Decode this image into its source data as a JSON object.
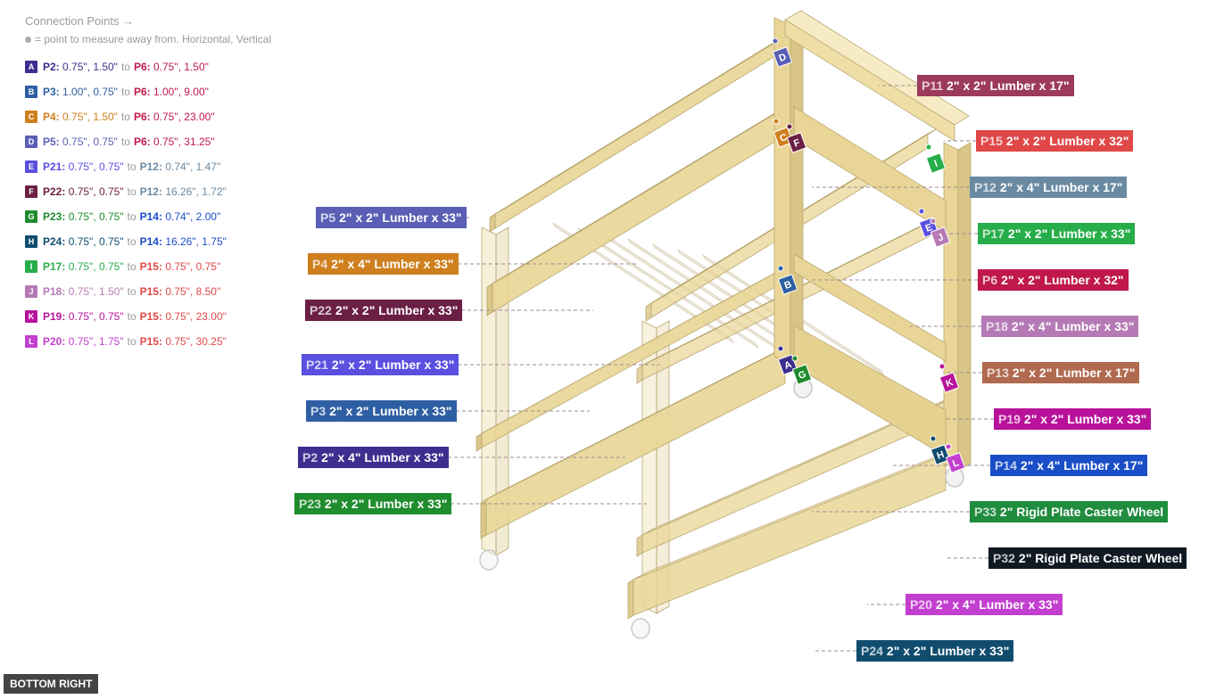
{
  "legend": {
    "title": "Connection Points →",
    "note": "= point to measure away from. Horizontal, Vertical",
    "to_word": "to",
    "items": [
      {
        "badge": "A",
        "color": "#3d2f8f",
        "from_id": "P2:",
        "from_val": "0.75\", 1.50\"",
        "from_color": "#3d2f8f",
        "to_id": "P6:",
        "to_val": "0.75\", 1.50\"",
        "to_color": "#c0184a"
      },
      {
        "badge": "B",
        "color": "#2e5fa3",
        "from_id": "P3:",
        "from_val": "1.00\", 0.75\"",
        "from_color": "#2e5fa3",
        "to_id": "P6:",
        "to_val": "1.00\", 9.00\"",
        "to_color": "#c0184a"
      },
      {
        "badge": "C",
        "color": "#cf7f1d",
        "from_id": "P4:",
        "from_val": "0.75\", 1.50\"",
        "from_color": "#cf7f1d",
        "to_id": "P6:",
        "to_val": "0.75\", 23.00\"",
        "to_color": "#c0184a"
      },
      {
        "badge": "D",
        "color": "#5a5fb5",
        "from_id": "P5:",
        "from_val": "0.75\", 0.75\"",
        "from_color": "#5a5fb5",
        "to_id": "P6:",
        "to_val": "0.75\", 31.25\"",
        "to_color": "#c0184a"
      },
      {
        "badge": "E",
        "color": "#5b4fe0",
        "from_id": "P21:",
        "from_val": "0.75\", 0.75\"",
        "from_color": "#5b4fe0",
        "to_id": "P12:",
        "to_val": "0.74\", 1.47\"",
        "to_color": "#6a8aa3"
      },
      {
        "badge": "F",
        "color": "#6b1f44",
        "from_id": "P22:",
        "from_val": "0.75\", 0.75\"",
        "from_color": "#6b1f44",
        "to_id": "P12:",
        "to_val": "16.26\", 1.72\"",
        "to_color": "#6a8aa3"
      },
      {
        "badge": "G",
        "color": "#1f8c2e",
        "from_id": "P23:",
        "from_val": "0.75\", 0.75\"",
        "from_color": "#1f8c2e",
        "to_id": "P14:",
        "to_val": "0.74\", 2.00\"",
        "to_color": "#1a4ec7"
      },
      {
        "badge": "H",
        "color": "#0f4c6e",
        "from_id": "P24:",
        "from_val": "0.75\", 0.75\"",
        "from_color": "#0f4c6e",
        "to_id": "P14:",
        "to_val": "16.26\", 1.75\"",
        "to_color": "#1a4ec7"
      },
      {
        "badge": "I",
        "color": "#27ae4a",
        "from_id": "P17:",
        "from_val": "0.75\", 0.75\"",
        "from_color": "#27ae4a",
        "to_id": "P15:",
        "to_val": "0.75\", 0.75\"",
        "to_color": "#e04848"
      },
      {
        "badge": "J",
        "color": "#b57ab5",
        "from_id": "P18:",
        "from_val": "0.75\", 1.50\"",
        "from_color": "#b57ab5",
        "to_id": "P15:",
        "to_val": "0.75\", 8.50\"",
        "to_color": "#e04848"
      },
      {
        "badge": "K",
        "color": "#b8129a",
        "from_id": "P19:",
        "from_val": "0.75\", 0.75\"",
        "from_color": "#b8129a",
        "to_id": "P15:",
        "to_val": "0.75\", 23.00\"",
        "to_color": "#e04848"
      },
      {
        "badge": "L",
        "color": "#c23fcf",
        "from_id": "P20:",
        "from_val": "0.75\", 1.75\"",
        "from_color": "#c23fcf",
        "to_id": "P15:",
        "to_val": "0.75\", 30.25\"",
        "to_color": "#e04848"
      }
    ]
  },
  "parts": [
    {
      "id": "P5",
      "desc": "2\" x 2\" Lumber x 33\"",
      "color": "#5a5fb5"
    },
    {
      "id": "P4",
      "desc": "2\" x 4\" Lumber  x 33\"",
      "color": "#cf7f1d"
    },
    {
      "id": "P22",
      "desc": "2\" x 2\" Lumber x 33\"",
      "color": "#6b1f44"
    },
    {
      "id": "P21",
      "desc": "2\" x 2\" Lumber x 33\"",
      "color": "#5b4fe0"
    },
    {
      "id": "P3",
      "desc": "2\" x 2\" Lumber x 33\"",
      "color": "#2e5fa3"
    },
    {
      "id": "P2",
      "desc": "2\" x 4\" Lumber  x 33\"",
      "color": "#3d2f8f"
    },
    {
      "id": "P23",
      "desc": "2\" x 2\" Lumber x 33\"",
      "color": "#1f8c2e"
    },
    {
      "id": "P11",
      "desc": "2\" x 2\" Lumber x 17\"",
      "color": "#9c3a5e"
    },
    {
      "id": "P15",
      "desc": "2\" x 2\" Lumber x 32\"",
      "color": "#e04848"
    },
    {
      "id": "P12",
      "desc": "2\" x 4\" Lumber  x 17\"",
      "color": "#6a8aa3"
    },
    {
      "id": "P17",
      "desc": "2\" x 2\" Lumber x 33\"",
      "color": "#27ae4a"
    },
    {
      "id": "P6",
      "desc": "2\" x 2\" Lumber x 32\"",
      "color": "#c0184a"
    },
    {
      "id": "P18",
      "desc": "2\" x 4\" Lumber  x 33\"",
      "color": "#b57ab5"
    },
    {
      "id": "P13",
      "desc": "2\" x 2\" Lumber x 17\"",
      "color": "#b06a4f"
    },
    {
      "id": "P19",
      "desc": "2\" x 2\" Lumber x 33\"",
      "color": "#b8129a"
    },
    {
      "id": "P14",
      "desc": "2\" x 4\" Lumber  x 17\"",
      "color": "#1a4ec7"
    },
    {
      "id": "P33",
      "desc": "2\" Rigid Plate Caster Wheel",
      "color": "#1f8c3e"
    },
    {
      "id": "P32",
      "desc": "2\" Rigid Plate Caster Wheel",
      "color": "#111a22"
    },
    {
      "id": "P20",
      "desc": "2\" x 4\" Lumber  x 33\"",
      "color": "#c23fcf"
    },
    {
      "id": "P24",
      "desc": "2\" x 2\" Lumber x 33\"",
      "color": "#0f4c6e"
    }
  ],
  "markers": [
    {
      "letter": "D",
      "color": "#5a5fb5"
    },
    {
      "letter": "C",
      "color": "#cf7f1d"
    },
    {
      "letter": "F",
      "color": "#6b1f44"
    },
    {
      "letter": "I",
      "color": "#27ae4a"
    },
    {
      "letter": "E",
      "color": "#5b4fe0"
    },
    {
      "letter": "J",
      "color": "#b57ab5"
    },
    {
      "letter": "B",
      "color": "#2e5fa3"
    },
    {
      "letter": "A",
      "color": "#3d2f8f"
    },
    {
      "letter": "G",
      "color": "#1f8c2e"
    },
    {
      "letter": "K",
      "color": "#b8129a"
    },
    {
      "letter": "H",
      "color": "#0f4c6e"
    },
    {
      "letter": "L",
      "color": "#c23fcf"
    }
  ],
  "view_button": "BOTTOM RIGHT"
}
